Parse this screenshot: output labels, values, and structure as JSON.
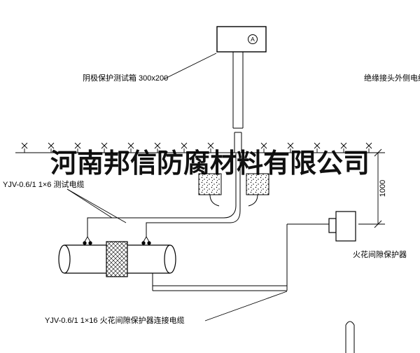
{
  "drawing": {
    "watermark": "河南邦信防腐材料有限公司",
    "labels": {
      "test_box": "阴极保护测试箱 300x200",
      "insulated_joint_cable": "绝缘接头外侧电缆",
      "test_cable": "YJV-0.6/1 1×6  测试电缆",
      "spark_gap_protector": "火花间隙保护器",
      "connection_cable": "YJV-0.6/1 1×16  火花间隙保护器连接电缆",
      "dimension_1000": "1000",
      "ammeter_symbol": "A"
    },
    "colors": {
      "line": "#000000",
      "background": "#ffffff"
    }
  }
}
